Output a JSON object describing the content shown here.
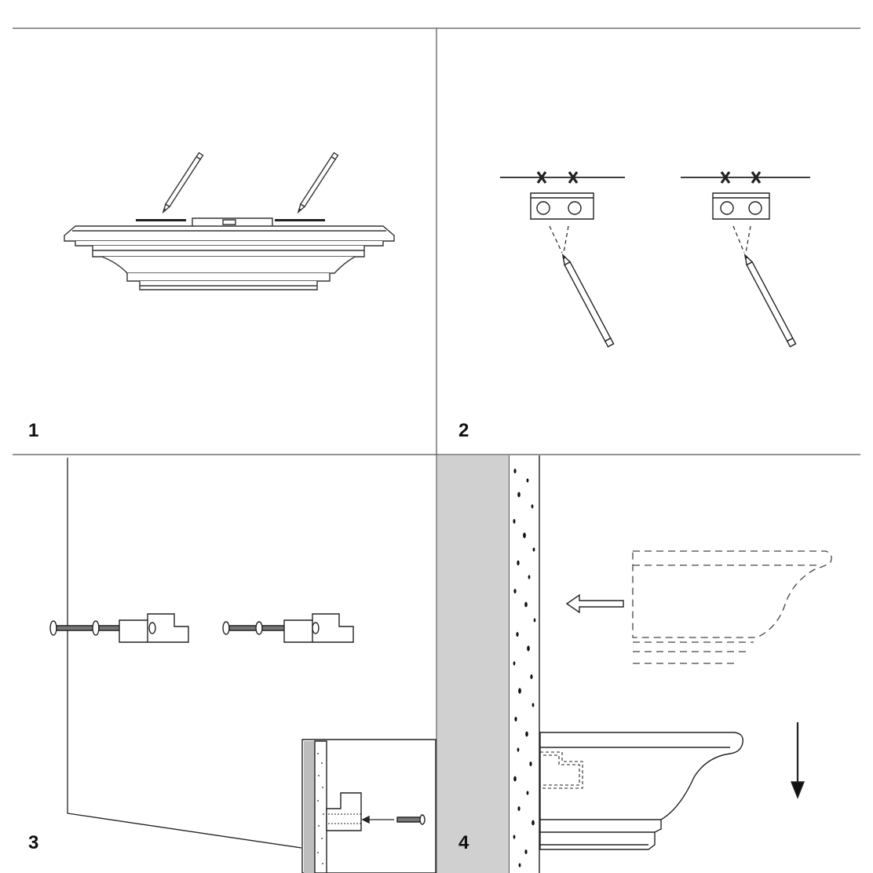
{
  "steps": [
    {
      "number": "1"
    },
    {
      "number": "2"
    },
    {
      "number": "3"
    },
    {
      "number": "4"
    }
  ],
  "colors": {
    "line": "#333333",
    "wall_gray": "#d0d0d0",
    "background": "#ffffff"
  }
}
